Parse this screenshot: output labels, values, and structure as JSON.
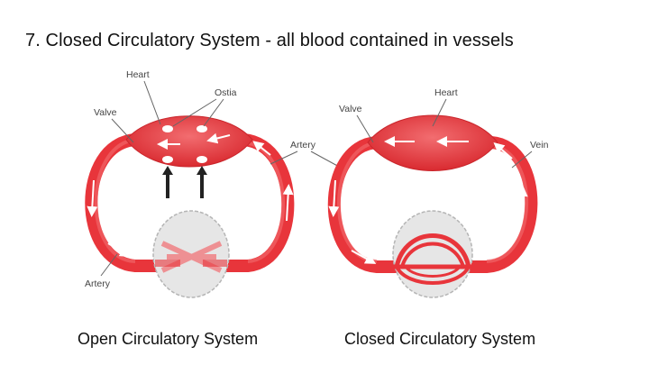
{
  "slide": {
    "title": "7.  Closed Circulatory System - all blood contained in vessels"
  },
  "open_system": {
    "caption": "Open Circulatory System",
    "labels": {
      "heart": "Heart",
      "ostia": "Ostia",
      "valve": "Valve",
      "artery_bottom": "Artery"
    }
  },
  "closed_system": {
    "caption": "Closed Circulatory System",
    "labels": {
      "heart": "Heart",
      "valve": "Valve",
      "vein": "Vein"
    }
  },
  "shared_labels": {
    "artery": "Artery"
  },
  "colors": {
    "vessel_red": "#e8353b",
    "vessel_light": "#f26d70",
    "flow_arrow": "#ffffff",
    "tissue_gray": "#c8c8c8",
    "label_text": "#444444"
  }
}
